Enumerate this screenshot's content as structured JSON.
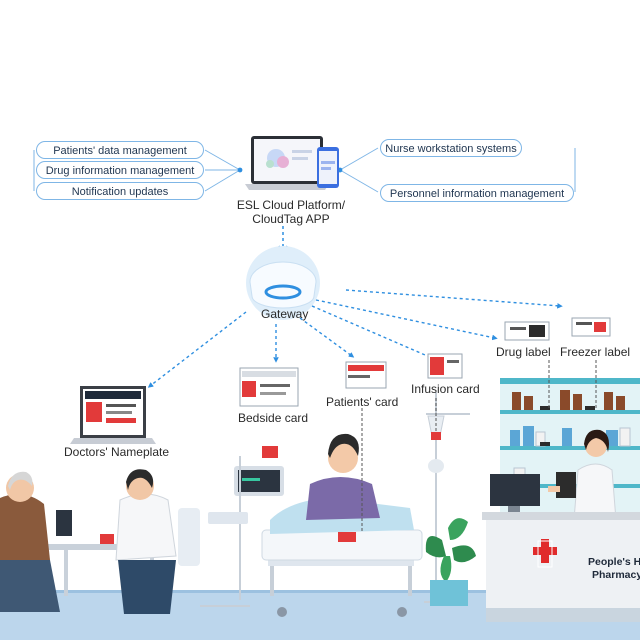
{
  "platform": {
    "line1": "ESL Cloud Platform/",
    "line2": "CloudTag APP"
  },
  "left_features": [
    "Patients' data management",
    "Drug information management",
    "Notification updates"
  ],
  "right_features": [
    "Nurse workstation systems",
    "Personnel information management"
  ],
  "gateway": "Gateway",
  "devices": {
    "drug_label": "Drug label",
    "freezer_label": "Freezer label",
    "infusion_card": "Infusion card",
    "patients_card": "Patients' card",
    "bedside_card": "Bedside card",
    "doctors_nameplate": "Doctors' Nameplate"
  },
  "pharmacy": {
    "line1": "People's Hospit",
    "line2": "Pharmacy"
  },
  "colors": {
    "accent": "#2f8fe0",
    "pill_border": "#7fb6e6",
    "floor": "#bcd6ec",
    "shelf": "#e3f3f6"
  }
}
